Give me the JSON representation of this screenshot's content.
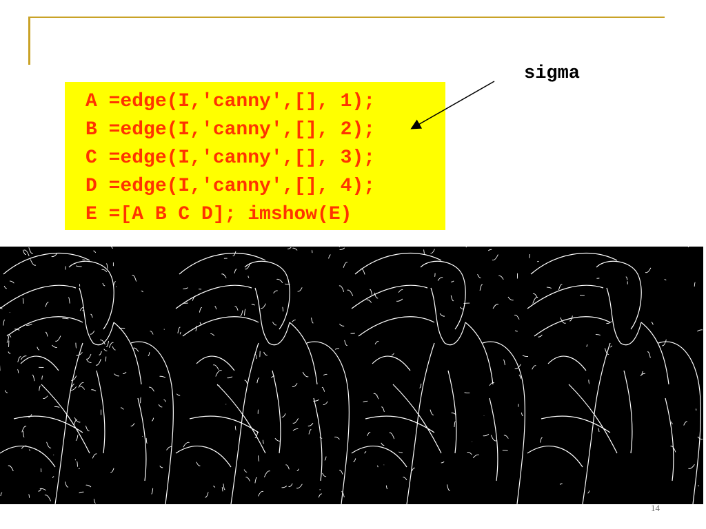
{
  "code": {
    "lines": [
      "A =edge(I,'canny',[], 1);",
      "B =edge(I,'canny',[], 2);",
      "C =edge(I,'canny',[], 3);",
      "D =edge(I,'canny',[], 4);",
      "E =[A B C D]; imshow(E)"
    ],
    "background_color": "#ffff00",
    "text_color": "#ff3300"
  },
  "annotation": {
    "label": "sigma"
  },
  "figure": {
    "panel_count": 4
  },
  "footer": {
    "page_number": "14"
  },
  "colors": {
    "frame": "#c9a227"
  }
}
